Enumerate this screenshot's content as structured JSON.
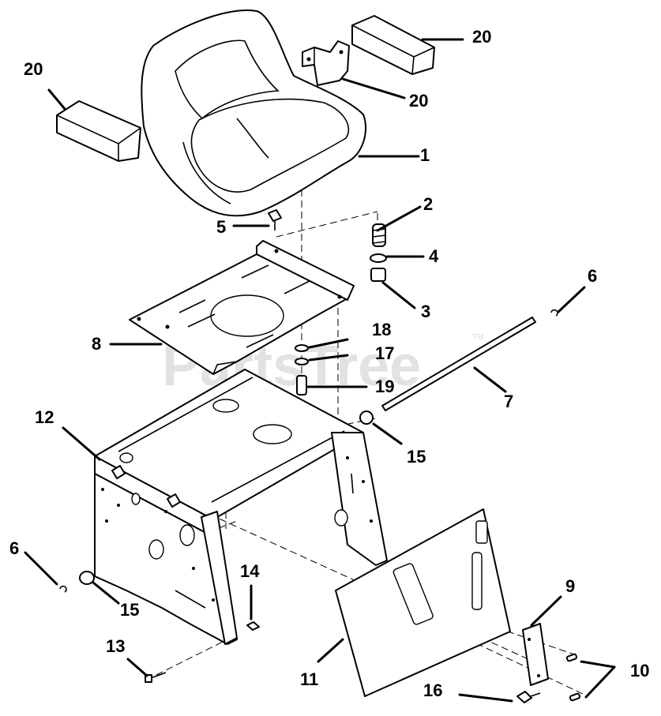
{
  "diagram": {
    "watermark": "PartsTree",
    "watermark_mark": "TM",
    "callouts": {
      "c1": "1",
      "c2": "2",
      "c3": "3",
      "c4": "4",
      "c5": "5",
      "c6a": "6",
      "c6b": "6",
      "c7": "7",
      "c8": "8",
      "c9": "9",
      "c10": "10",
      "c11": "11",
      "c12": "12",
      "c13": "13",
      "c14": "14",
      "c15a": "15",
      "c15b": "15",
      "c16": "16",
      "c17": "17",
      "c18": "18",
      "c19": "19",
      "c20a": "20",
      "c20b": "20",
      "c20c": "20"
    }
  }
}
